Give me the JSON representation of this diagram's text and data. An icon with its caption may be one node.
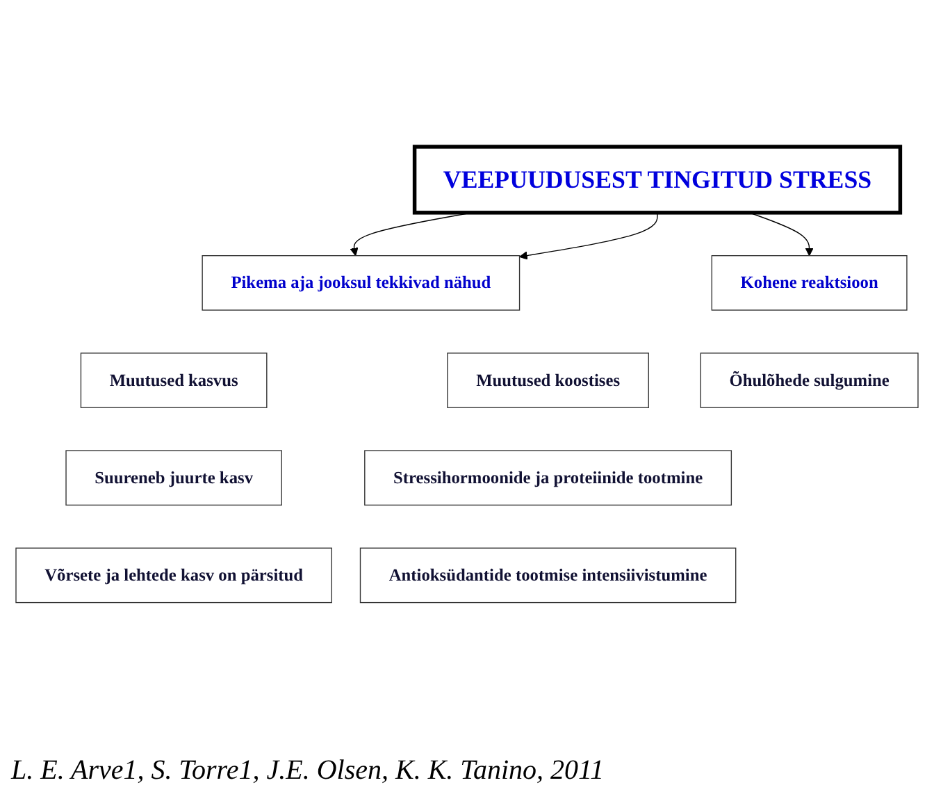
{
  "diagram": {
    "caption": "L. E. Arve1, S. Torre1, J.E. Olsen,  K. K. Tanino, 2011",
    "nodes": [
      {
        "text": [
          "VEEPUUDUSEST TINGITUD STRESS"
        ]
      },
      {
        "text": [
          "Kohene reaktsioon"
        ]
      },
      {
        "text": [
          "Pikema aja jooksul tekkivad nähud"
        ]
      },
      {
        "text": [
          "Muutused kasvus"
        ]
      },
      {
        "text": [
          "Muutused koostises"
        ]
      },
      {
        "text": [
          "Õhulõhede sulgumine"
        ]
      },
      {
        "text": [
          "Suureneb juurte kasv"
        ]
      },
      {
        "text": [
          "Võrsete ja lehtede kasv on pärsitud"
        ]
      },
      {
        "text": [
          "Stressihormoonide ja proteiinide tootmine"
        ]
      },
      {
        "text": [
          "Antioksüdantide tootmise intensiivistumine"
        ]
      }
    ],
    "edges": [
      {
        "from": 0,
        "to": 1,
        "arrow": "to"
      },
      {
        "from": 0,
        "to": 2,
        "arrow": "to"
      },
      {
        "from": 0,
        "to": 2,
        "arrow": "to"
      }
    ]
  }
}
